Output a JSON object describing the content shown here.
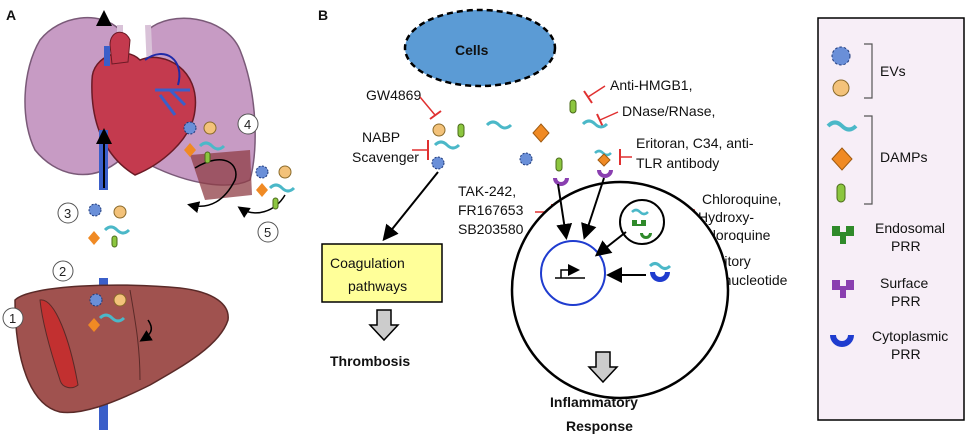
{
  "panels": {
    "a": "A",
    "b": "B"
  },
  "steps": [
    "1",
    "2",
    "3",
    "4",
    "5"
  ],
  "cells": "Cells",
  "inhibitors": {
    "gw": "GW4869",
    "nabp1": "NABP",
    "nabp2": "Scavenger",
    "hmgb1": "Anti-HMGB1,",
    "dnase": "DNase/RNase,",
    "eritoran1": "Eritoran, C34, anti-",
    "eritoran2": "TLR antibody",
    "tak1": "TAK-242,",
    "tak2": "FR167653",
    "tak3": "SB203580",
    "chloro1": "Chloroquine,",
    "chloro2": "Hydroxy-",
    "chloro3": "chloroquine",
    "inhib1": "Inhibitory",
    "inhib2": "oligonucleotide"
  },
  "coag": {
    "line1": "Coagulation",
    "line2": "pathways"
  },
  "thrombosis": "Thrombosis",
  "inflammatory": {
    "line1": "Inflammatory",
    "line2": "Response"
  },
  "legend": {
    "evs": "EVs",
    "damps": "DAMPs",
    "endo1": "Endosomal",
    "endo2": "PRR",
    "surf1": "Surface",
    "surf2": "PRR",
    "cyto1": "Cytoplasmic",
    "cyto2": "PRR"
  },
  "colors": {
    "cells_fill": "#5b9bd5",
    "coag_box": "#ffff99",
    "legend_bg": "#f7eef7",
    "lung": "#c79bc4",
    "liver": "#a0524f",
    "heart": "#c43a4e",
    "vessel": "#3b5fc9",
    "inhibitor": "#e03030",
    "damp_orange": "#f08a24",
    "green_pill": "#8cc63f",
    "nucleus": "#1f3ccf",
    "endosomal": "#2f8a2a",
    "surface": "#8a3fb0"
  }
}
